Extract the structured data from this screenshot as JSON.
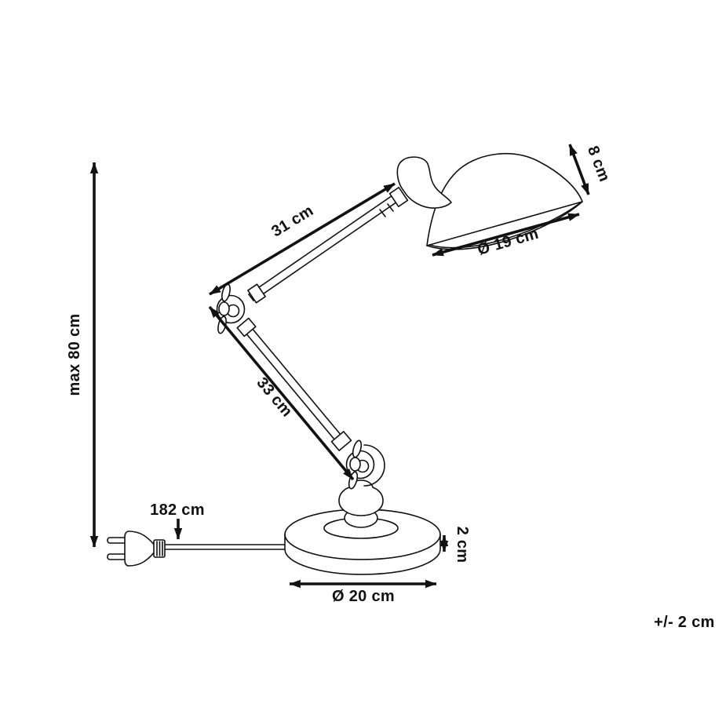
{
  "diagram": {
    "background_color": "#ffffff",
    "line_color": "#111111",
    "labels": {
      "max_height": "max 80 cm",
      "upper_arm_length": "31 cm",
      "lower_arm_length": "33 cm",
      "shade_height": "8 cm",
      "shade_diameter": "Ø 19 cm",
      "cable_length": "182 cm",
      "base_height": "2 cm",
      "base_diameter": "Ø 20 cm",
      "tolerance": "+/- 2 cm"
    }
  }
}
